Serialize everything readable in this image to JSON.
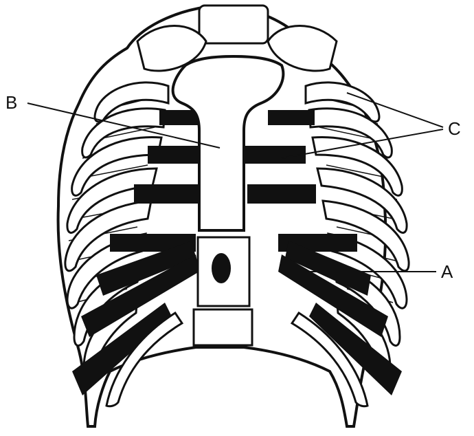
{
  "labels": {
    "a": "A",
    "b": "B",
    "c": "C"
  },
  "colors": {
    "ink": "#111111",
    "bone": "#ffffff",
    "background": "#ffffff"
  }
}
